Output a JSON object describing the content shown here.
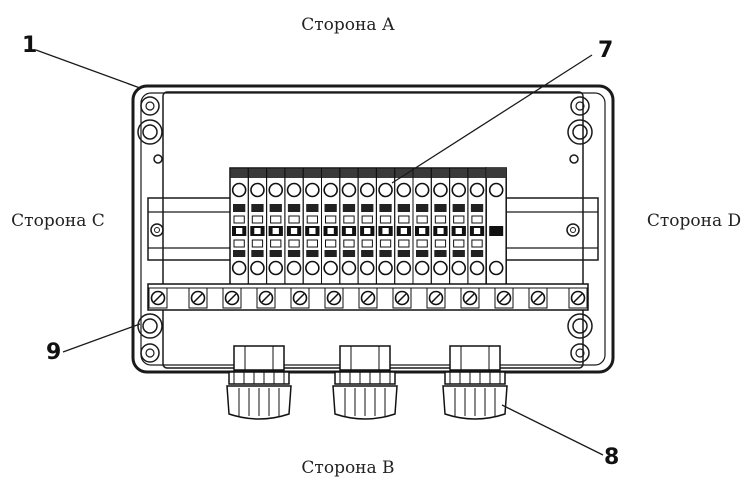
{
  "sides": {
    "a": "Сторона А",
    "b": "Сторона В",
    "c": "Сторона С",
    "d": "Сторона D"
  },
  "callouts": {
    "enclosure": "1",
    "terminal_block": "7",
    "cable_glands": "8",
    "ground_bar": "9"
  },
  "counts": {
    "terminals": 14,
    "cable_glands": 3
  }
}
